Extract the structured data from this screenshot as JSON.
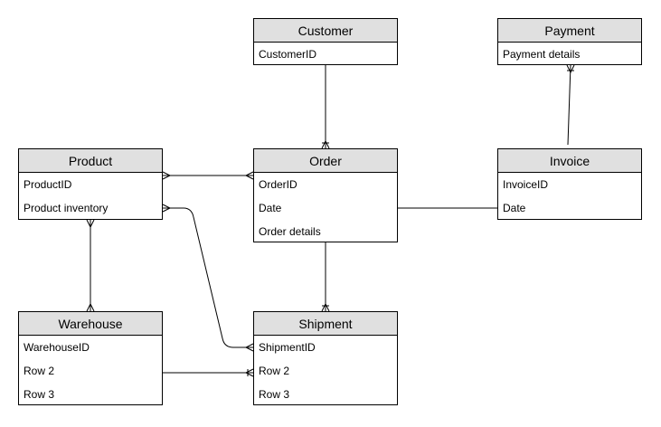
{
  "colors": {
    "header_background": "#e0e0e0",
    "border": "#000000",
    "text": "#000000",
    "background": "#ffffff"
  },
  "entities": {
    "customer": {
      "title": "Customer",
      "fields": [
        "CustomerID"
      ]
    },
    "payment": {
      "title": "Payment",
      "fields": [
        "Payment details"
      ]
    },
    "product": {
      "title": "Product",
      "fields": [
        "ProductID",
        "Product inventory"
      ]
    },
    "order": {
      "title": "Order",
      "fields": [
        "OrderID",
        "Date",
        "Order details"
      ]
    },
    "invoice": {
      "title": "Invoice",
      "fields": [
        "InvoiceID",
        "Date"
      ]
    },
    "warehouse": {
      "title": "Warehouse",
      "fields": [
        "WarehouseID",
        "Row 2",
        "Row 3"
      ]
    },
    "shipment": {
      "title": "Shipment",
      "fields": [
        "ShipmentID",
        "Row 2",
        "Row 3"
      ]
    }
  },
  "relationships": [
    {
      "from": "Customer",
      "to": "Order",
      "from_end": "none",
      "to_end": "one-or-many"
    },
    {
      "from": "Invoice",
      "to": "Payment",
      "from_end": "none",
      "to_end": "one-or-many"
    },
    {
      "from": "Product",
      "to": "Order",
      "from_end": "many",
      "to_end": "many"
    },
    {
      "from": "Product",
      "to": "Warehouse",
      "from_end": "many",
      "to_end": "many"
    },
    {
      "from": "Product",
      "to": "Shipment",
      "from_end": "many",
      "to_end": "many"
    },
    {
      "from": "Order",
      "to": "Invoice",
      "from_end": "none",
      "to_end": "none"
    },
    {
      "from": "Order",
      "to": "Shipment",
      "from_end": "none",
      "to_end": "one-or-many"
    },
    {
      "from": "Warehouse",
      "to": "Shipment",
      "from_end": "none",
      "to_end": "one-or-many"
    }
  ]
}
